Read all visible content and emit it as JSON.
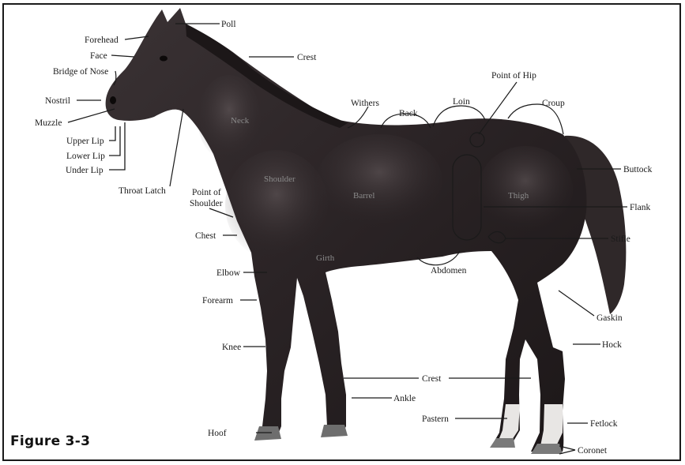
{
  "figure_caption": "Figure 3-3",
  "labels": {
    "poll": "Poll",
    "forehead": "Forehead",
    "face": "Face",
    "bridge_of_nose": "Bridge of Nose",
    "crest_top": "Crest",
    "nostril": "Nostril",
    "muzzle": "Muzzle",
    "upper_lip": "Upper Lip",
    "lower_lip": "Lower Lip",
    "under_lip": "Under Lip",
    "throat_latch": "Throat Latch",
    "point_of_shoulder": [
      "Point of",
      "Shoulder"
    ],
    "chest": "Chest",
    "elbow": "Elbow",
    "forearm": "Forearm",
    "knee": "Knee",
    "hoof": "Hoof",
    "withers": "Withers",
    "back": "Back",
    "loin": "Loin",
    "point_of_hip": "Point of Hip",
    "croup": "Croup",
    "buttock": "Buttock",
    "flank": "Flank",
    "stifle": "Stifle",
    "abdomen": "Abdomen",
    "gaskin": "Gaskin",
    "hock": "Hock",
    "crest_lower": "Crest",
    "ankle": "Ankle",
    "pastern": "Pastern",
    "fetlock": "Fetlock",
    "coronet": "Coronet"
  },
  "body_labels": {
    "neck": "Neck",
    "shoulder": "Shoulder",
    "barrel": "Barrel",
    "thigh": "Thigh",
    "girth": "Girth"
  },
  "colors": {
    "horse_coat": "#2b2426",
    "horse_highlight": "#5a5052",
    "hoof": "#6e6e6e",
    "sock": "#e8e6e4"
  }
}
